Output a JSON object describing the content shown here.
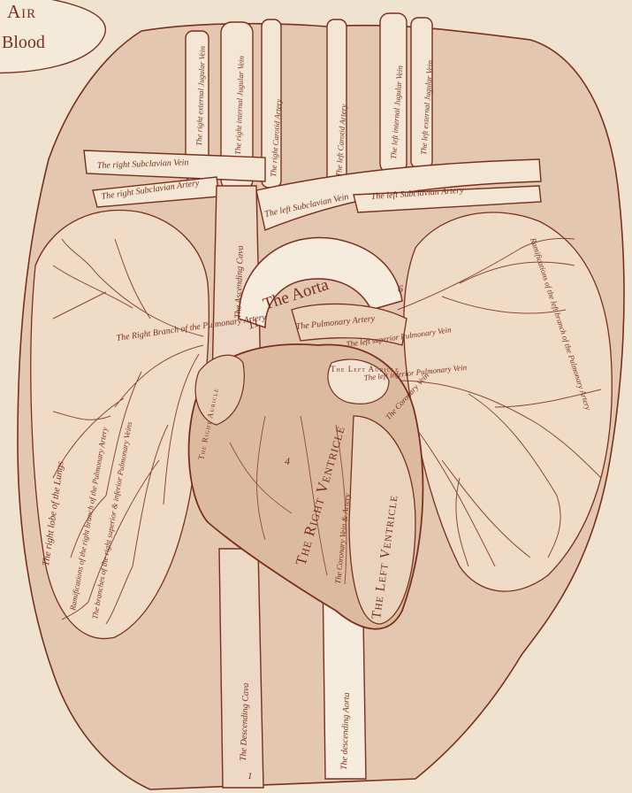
{
  "header": {
    "title_fragment": "Air",
    "subtitle_fragment": "Blood"
  },
  "labels": {
    "right_subclavian_vein": "The right Subclavian Vein",
    "right_subclavian_artery": "The right Subclavian Artery",
    "right_external_jugular": "The right external Jugular Vein",
    "right_internal_jugular": "The right internal Jugular Vein",
    "right_carotid": "The right Carotid Artery",
    "left_carotid": "The left Carotid Artery",
    "left_internal_jugular": "The left internal Jugular Vein",
    "left_external_jugular": "The left external Jugular Vein",
    "left_subclavian_vein": "The left Subclavian Vein",
    "left_subclavian_artery": "The left Subclavian Artery",
    "ascending_cava": "The Ascending Cava",
    "aorta": "The Aorta",
    "aorta_number": "11",
    "aorta_mark": "6",
    "pulmonary_artery": "The Pulmonary Artery",
    "right_branch": "The Right Branch of the Pulmonary Artery",
    "left_superior_pulmonary_vein": "The left superior Pulmonary Vein",
    "left_inferior_pulmonary_vein": "The left inferior Pulmonary Vein",
    "left_auricle": "The Left Auricle",
    "right_auricle": "The Right Auricle",
    "right_ventricle": "The Right Ventricle",
    "right_ventricle_number": "4",
    "left_ventricle": "The Left Ventricle",
    "coronary_vein": "The Coronary Vein",
    "coronary_vein_artery": "The Coronary Vein & Artery",
    "right_lobe": "The right lobe of the Lungs",
    "right_ramifications": "Ramifications of the right branch of the Pulmonary Artery",
    "right_veins": "The branches of the right superior & inferior Pulmonary Veins",
    "descending_cava": "The Descending Cava",
    "descending_cava_number": "1",
    "descending_aorta": "The descending Aorta",
    "left_lobe_note": "Ramifications of the left branch of the Pulmonary Artery"
  },
  "colors": {
    "ink": "#7a2f1c",
    "paper": "#efe3d0",
    "tint": "#e3c7b0"
  }
}
